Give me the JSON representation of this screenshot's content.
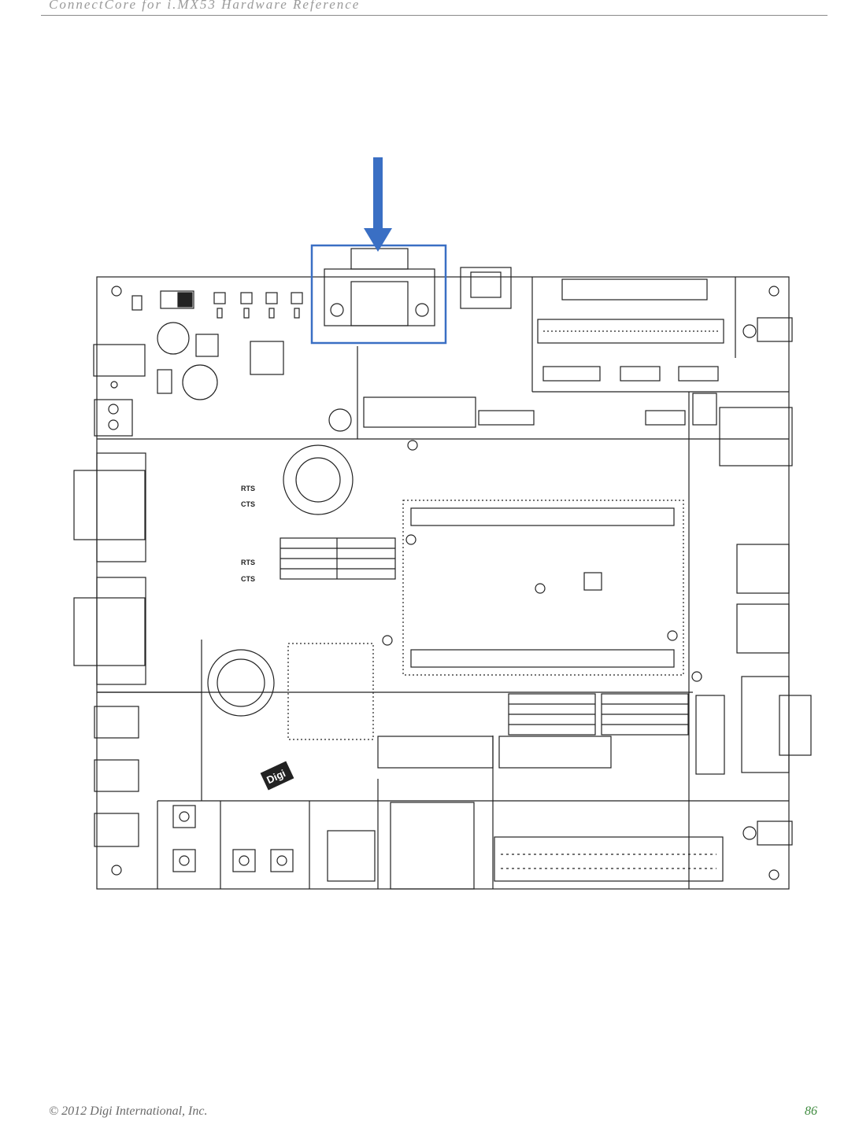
{
  "header": {
    "title": "ConnectCore for i.MX53 Hardware Reference"
  },
  "figure": {
    "labels": {
      "rts_1": "RTS",
      "cts_1": "CTS",
      "rts_2": "RTS",
      "cts_2": "CTS",
      "logo": "Digi"
    },
    "colors": {
      "highlight": "#3a6fc4",
      "outline": "#222222"
    }
  },
  "footer": {
    "copyright": "© 2012 Digi International, Inc.",
    "page_number": "86"
  }
}
